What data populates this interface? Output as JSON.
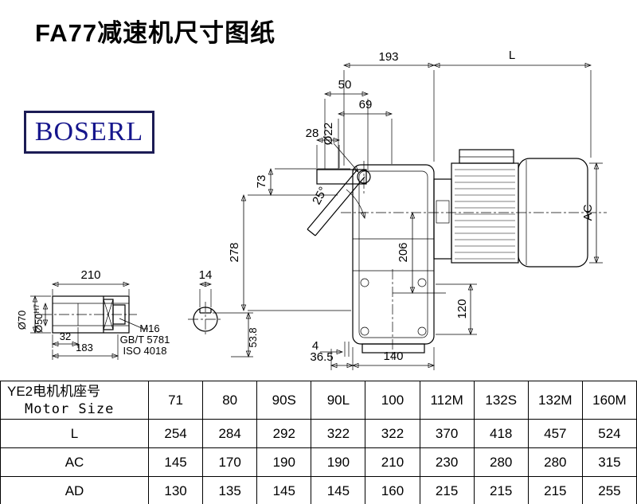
{
  "page": {
    "title": "FA77减速机尺寸图纸"
  },
  "logo": {
    "text": "BOSERL",
    "border_color": "#1c1c55",
    "text_color": "#15158c"
  },
  "drawing": {
    "dims": {
      "d193": "193",
      "dL": "L",
      "d50": "50",
      "d69": "69",
      "d22": "Ø22",
      "d28": "28",
      "d73": "73",
      "d25": "25°",
      "d278": "278",
      "d206": "206",
      "dAC": "AC",
      "d120": "120",
      "d4": "4",
      "d36_5": "36.5",
      "d140": "140",
      "d210": "210",
      "d14": "14",
      "d70": "Ø70",
      "d50b": "Ø50",
      "d50tol": "H7",
      "d32": "32",
      "d183": "183",
      "m16": "M16",
      "gbt": "GB/T 5781",
      "iso": "ISO 4018",
      "d53_8": "53.8"
    }
  },
  "table": {
    "header": {
      "col0_line1": "YE2电机机座号",
      "col0_line2": "Motor Size",
      "motors": [
        "71",
        "80",
        "90S",
        "90L",
        "100",
        "112M",
        "132S",
        "132M",
        "160M"
      ]
    },
    "rows": [
      {
        "label": "L",
        "values": [
          "254",
          "284",
          "292",
          "322",
          "322",
          "370",
          "418",
          "457",
          "524"
        ]
      },
      {
        "label": "AC",
        "values": [
          "145",
          "170",
          "190",
          "190",
          "210",
          "230",
          "280",
          "280",
          "315"
        ]
      },
      {
        "label": "AD",
        "values": [
          "130",
          "135",
          "145",
          "145",
          "160",
          "215",
          "215",
          "215",
          "255"
        ]
      }
    ]
  }
}
